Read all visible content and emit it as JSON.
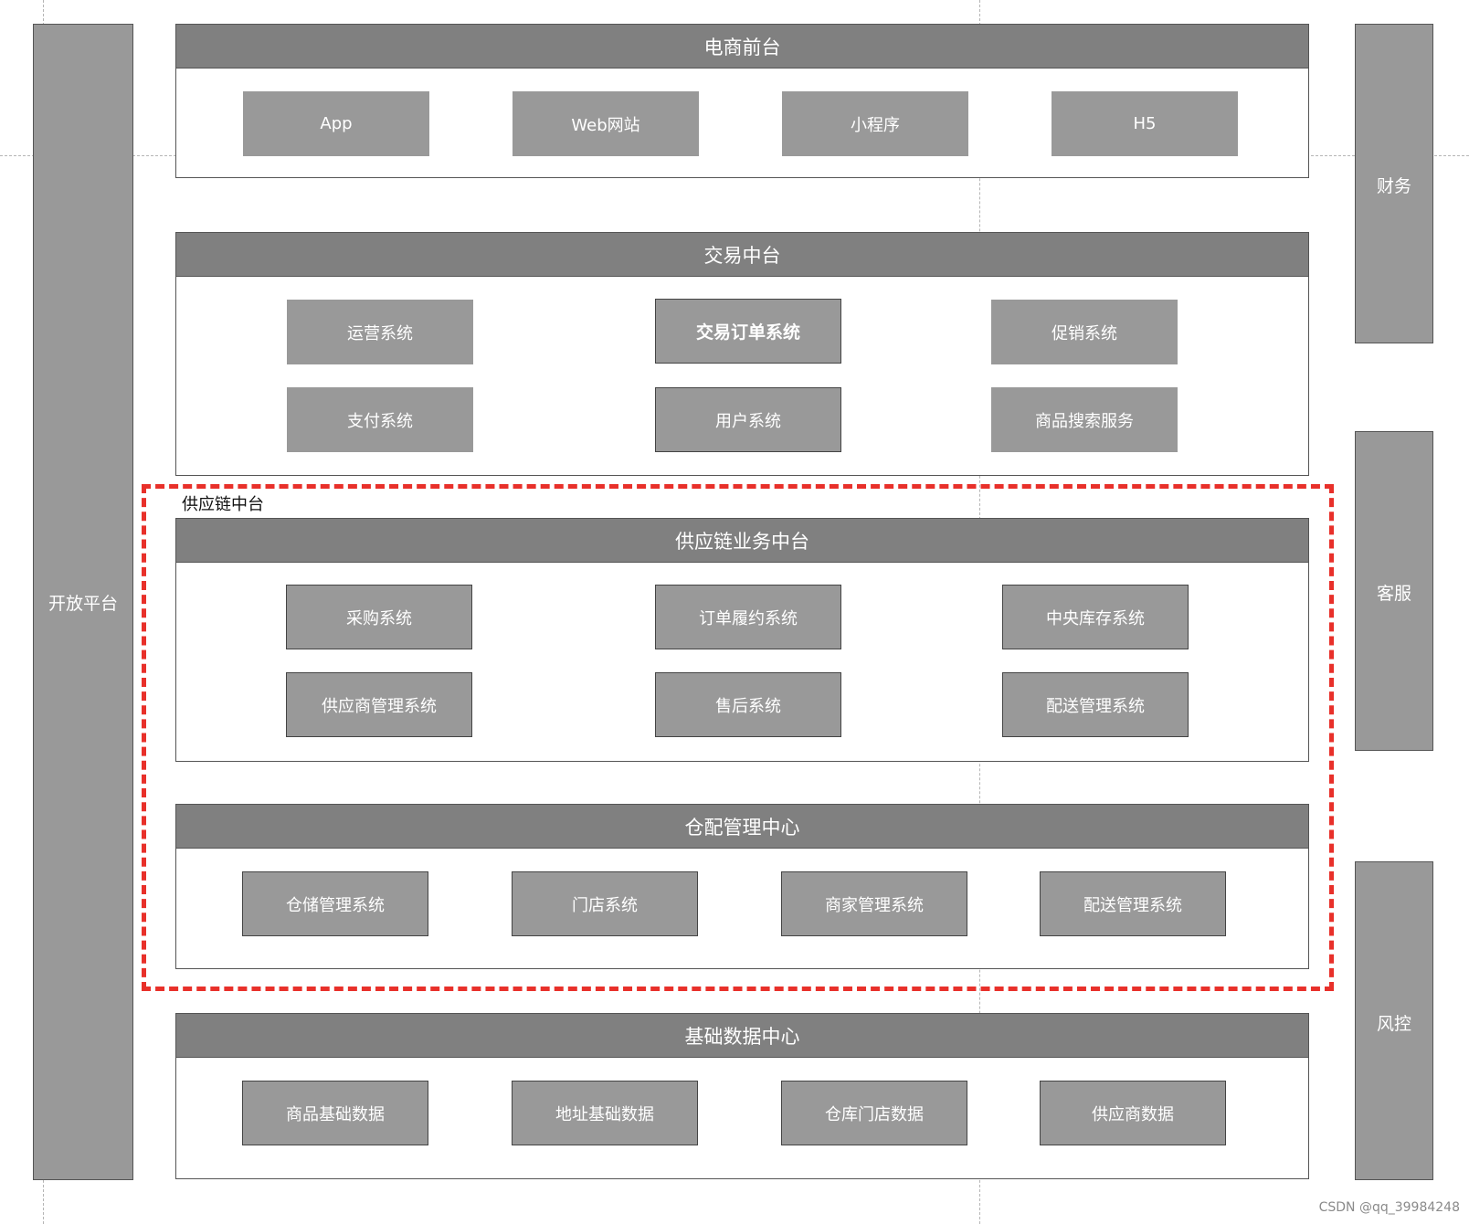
{
  "side_bars": {
    "open_platform": "开放平台",
    "finance": "财务",
    "customer_service": "客服",
    "risk_control": "风控"
  },
  "supply_chain_label": "供应链中台",
  "panels": {
    "ecommerce_front": {
      "title": "电商前台",
      "items": [
        "App",
        "Web网站",
        "小程序",
        "H5"
      ]
    },
    "trade_middle": {
      "title": "交易中台",
      "items": [
        "运营系统",
        "交易订单系统",
        "促销系统",
        "支付系统",
        "用户系统",
        "商品搜索服务"
      ]
    },
    "supply_business_middle": {
      "title": "供应链业务中台",
      "items": [
        "采购系统",
        "订单履约系统",
        "中央库存系统",
        "供应商管理系统",
        "售后系统",
        "配送管理系统"
      ]
    },
    "warehouse_center": {
      "title": "仓配管理中心",
      "items": [
        "仓储管理系统",
        "门店系统",
        "商家管理系统",
        "配送管理系统"
      ]
    },
    "basic_data_center": {
      "title": "基础数据中心",
      "items": [
        "商品基础数据",
        "地址基础数据",
        "仓库门店数据",
        "供应商数据"
      ]
    }
  },
  "watermark": "CSDN @qq_39984248"
}
